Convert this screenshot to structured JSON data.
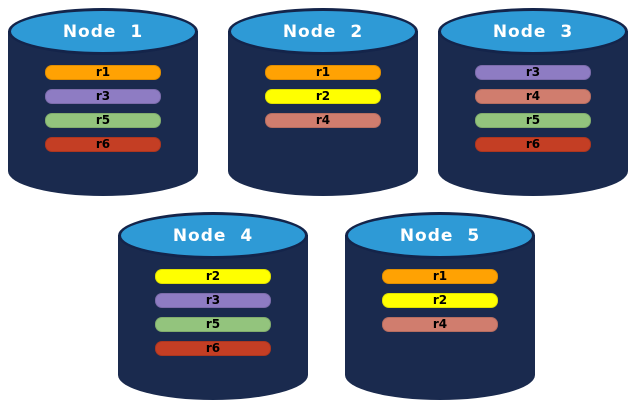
{
  "diagram": {
    "kind": "database-replica-distribution",
    "colors": {
      "cylinder_body": "#1A2A4E",
      "cylinder_top": "#2E9AD6",
      "cylinder_outline": "#14244A",
      "node_label_text": "#FFFFFF",
      "replica_label_text": "#000000",
      "background": "#FFFFFF"
    },
    "replica_colors": {
      "r1": "#FFA203",
      "r2": "#FFFF00",
      "r3": "#8E7CC3",
      "r4": "#D07D6E",
      "r5": "#93C47D",
      "r6": "#C43E24"
    },
    "nodes": [
      {
        "label": "Node 1",
        "replicas": [
          "r1",
          "r3",
          "r5",
          "r6"
        ]
      },
      {
        "label": "Node 2",
        "replicas": [
          "r1",
          "r2",
          "r4"
        ]
      },
      {
        "label": "Node 3",
        "replicas": [
          "r3",
          "r4",
          "r5",
          "r6"
        ]
      },
      {
        "label": "Node 4",
        "replicas": [
          "r2",
          "r3",
          "r5",
          "r6"
        ]
      },
      {
        "label": "Node 5",
        "replicas": [
          "r1",
          "r2",
          "r4"
        ]
      }
    ]
  }
}
